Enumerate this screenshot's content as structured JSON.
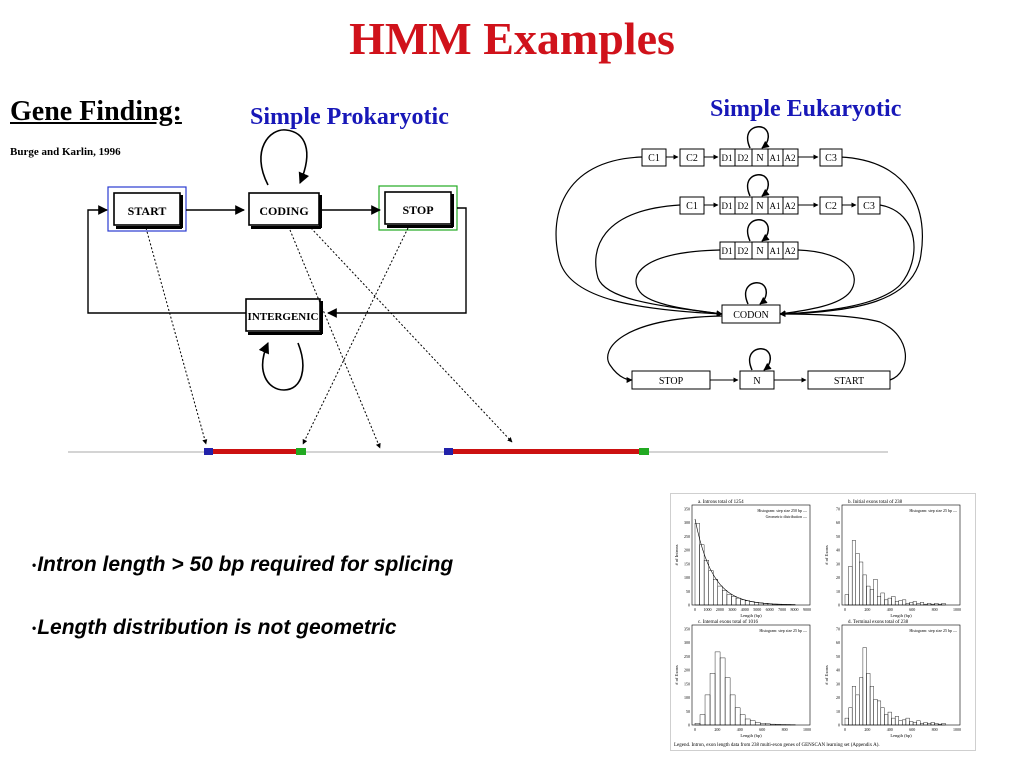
{
  "slide": {
    "title": "HMM Examples",
    "section_title": "Gene Finding:",
    "citation": "Burge and Karlin, 1996"
  },
  "prokaryotic": {
    "title": "Simple Prokaryotic",
    "states": {
      "start": "START",
      "coding": "CODING",
      "stop": "STOP",
      "intergenic": "INTERGENIC"
    }
  },
  "eukaryotic": {
    "title": "Simple Eukaryotic",
    "rows": [
      {
        "boxes": [
          "C1",
          "C2",
          "D1",
          "D2",
          "N",
          "A1",
          "A2",
          "C3"
        ]
      },
      {
        "boxes": [
          "C1",
          "D1",
          "D2",
          "N",
          "A1",
          "A2",
          "C2",
          "C3"
        ]
      },
      {
        "boxes": [
          "D1",
          "D2",
          "N",
          "A1",
          "A2"
        ]
      }
    ],
    "codon": "CODON",
    "bottom": {
      "stop": "STOP",
      "n": "N",
      "start": "START"
    }
  },
  "bullets": [
    "Intron length > 50 bp required for splicing",
    "Length distribution is not geometric"
  ],
  "histograms": {
    "panels": [
      {
        "title": "a. Introns total of 1254",
        "legend": [
          "Histogram: step size 250 bp",
          "Geometric distribution"
        ],
        "y_ticks": [
          "350",
          "300",
          "250",
          "200",
          "150",
          "100",
          "50",
          "0"
        ],
        "x_ticks": [
          "0",
          "1000",
          "2000",
          "3000",
          "4000",
          "5000",
          "6000",
          "7000",
          "8000",
          "9000"
        ],
        "ylabel": "# of Introns",
        "xlabel": "Length (bp)"
      },
      {
        "title": "b. Initial exons total of 238",
        "legend": [
          "Histogram: step size 25 bp"
        ],
        "y_ticks": [
          "70",
          "60",
          "50",
          "40",
          "30",
          "20",
          "10",
          "0"
        ],
        "x_ticks": [
          "0",
          "200",
          "400",
          "600",
          "800",
          "1000"
        ],
        "ylabel": "# of Exons",
        "xlabel": "Length (bp)"
      },
      {
        "title": "c. Internal exons total of 1016",
        "legend": [
          "Histogram: step size 25 bp"
        ],
        "y_ticks": [
          "350",
          "300",
          "250",
          "200",
          "150",
          "100",
          "50",
          "0"
        ],
        "x_ticks": [
          "0",
          "200",
          "400",
          "600",
          "800",
          "1000"
        ],
        "ylabel": "# of Exons",
        "xlabel": "Length (bp)"
      },
      {
        "title": "d. Terminal exons total of 238",
        "legend": [
          "Histogram: step size 25 bp"
        ],
        "y_ticks": [
          "70",
          "60",
          "50",
          "40",
          "30",
          "20",
          "10",
          "0"
        ],
        "x_ticks": [
          "0",
          "200",
          "400",
          "600",
          "800",
          "1000"
        ],
        "ylabel": "# of Exons",
        "xlabel": "Length (bp)"
      }
    ],
    "caption": "Legend. Intron, exon length data from 238 multi-exon genes of GENSCAN learning set (Appendix A)."
  },
  "colors": {
    "title": "#d0121b",
    "subtitle": "#1818b8",
    "exon": "#cc1111",
    "start_marker": "#2222aa",
    "stop_marker": "#22aa22"
  }
}
